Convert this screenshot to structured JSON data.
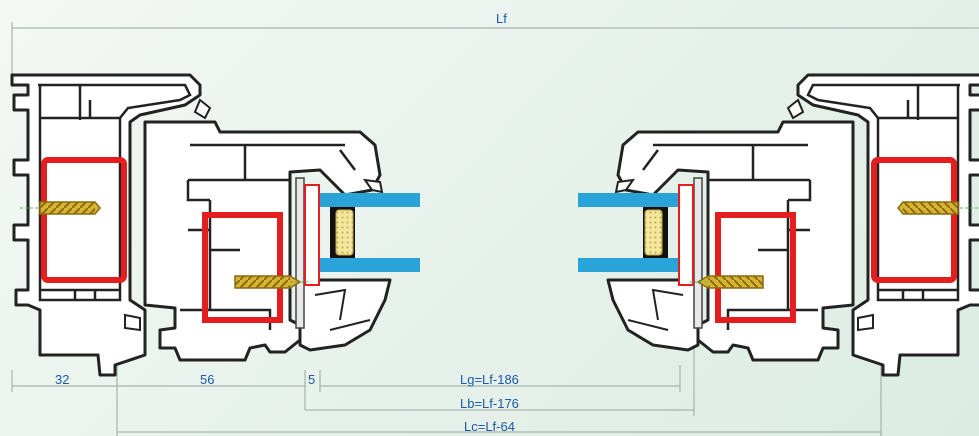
{
  "dimensions": {
    "overall": "Lf",
    "left_32": "32",
    "left_56": "56",
    "left_5": "5",
    "glass": "Lg=Lf-186",
    "bead": "Lb=Lf-176",
    "cut": "Lc=Lf-64"
  },
  "colors": {
    "background": "#e6f1ea",
    "profile_fill": "#ffffff",
    "profile_stroke": "#222222",
    "steel_reinforcement": "#e41e1e",
    "glass": "#2aa3d8",
    "spacer": "#f2e6a0",
    "screw": "#d6b331",
    "dimension_line": "#9aa6a0",
    "dimension_text": "#1a5aa8"
  }
}
